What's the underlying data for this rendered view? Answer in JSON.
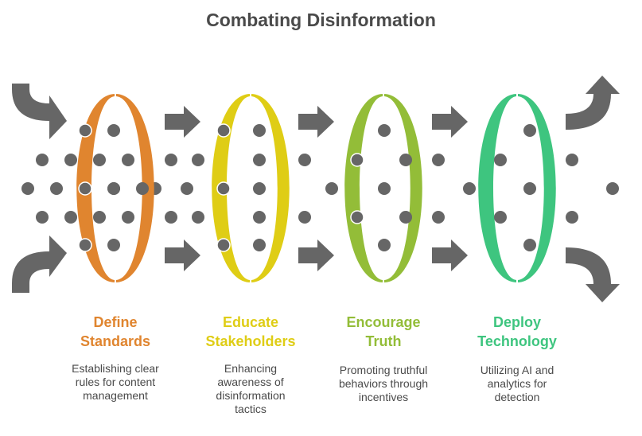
{
  "title": "Combating Disinformation",
  "colors": {
    "arrow": "#666666",
    "dot": "#666666",
    "background": "#ffffff",
    "text": "#4a4a4a"
  },
  "stages": [
    {
      "heading_line1": "Define",
      "heading_line2": "Standards",
      "description": [
        "Establishing clear",
        "rules for content",
        "management"
      ],
      "color": "#e0852f"
    },
    {
      "heading_line1": "Educate",
      "heading_line2": "Stakeholders",
      "description": [
        "Enhancing",
        "awareness of",
        "disinformation",
        "tactics"
      ],
      "color": "#dfcd15"
    },
    {
      "heading_line1": "Encourage",
      "heading_line2": "Truth",
      "description": [
        "Promoting truthful",
        "behaviors through",
        "incentives"
      ],
      "color": "#93bd38"
    },
    {
      "heading_line1": "Deploy",
      "heading_line2": "Technology",
      "description": [
        "Utilizing AI and",
        "analytics for",
        "detection"
      ],
      "color": "#3ec57f"
    }
  ]
}
